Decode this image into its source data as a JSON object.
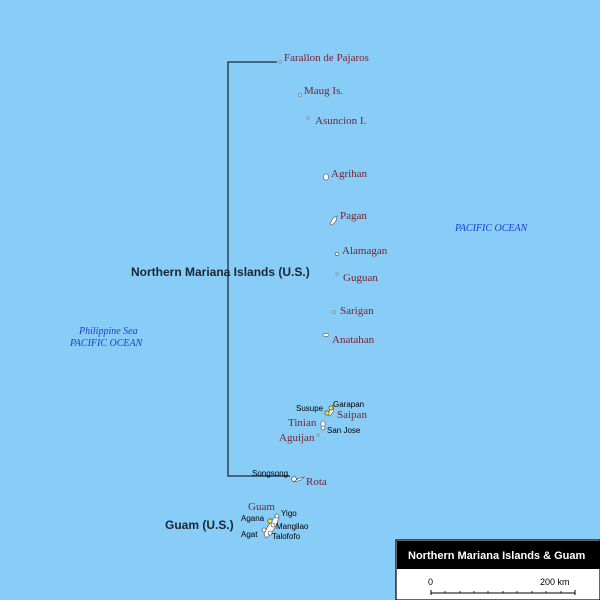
{
  "map": {
    "ocean_color": "#87cdf8",
    "islands": {
      "farallon": "Farallon de Pajaros",
      "maug": "Maug Is.",
      "asuncion": "Asuncion I.",
      "agrihan": "Agrihan",
      "pagan": "Pagan",
      "alamagan": "Alamagan",
      "guguan": "Guguan",
      "sarigan": "Sarigan",
      "anatahan": "Anatahan",
      "saipan": "Saipan",
      "tinian": "Tinian",
      "aguijan": "Aguijan",
      "rota": "Rota",
      "guam": "Guam"
    },
    "towns": {
      "susupe": "Susupe",
      "garapan": "Garapan",
      "san_jose": "San Jose",
      "songsong": "Songsong",
      "agana": "Agana",
      "yigo": "Yigo",
      "mangilao": "Mangilao",
      "agat": "Agat",
      "talofofo": "Talofofo"
    },
    "oceans": {
      "pacific_east": "PACIFIC OCEAN",
      "philippine_sea": "Philippine Sea",
      "pacific_west": "PACIFIC OCEAN"
    },
    "regions": {
      "cnmi": "Northern Mariana Islands (U.S.)",
      "guam": "Guam (U.S.)"
    }
  },
  "legend": {
    "title": "Northern Mariana Islands & Guam",
    "scale_start": "0",
    "scale_end": "200 km"
  }
}
